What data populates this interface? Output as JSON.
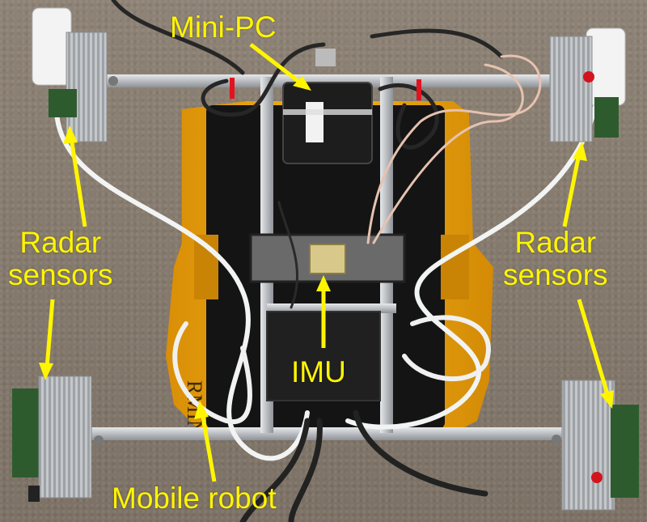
{
  "labels": {
    "mini_pc": "Mini-PC",
    "radar_left_line1": "Radar",
    "radar_left_line2": "sensors",
    "radar_right_line1": "Radar",
    "radar_right_line2": "sensors",
    "imu": "IMU",
    "mobile_robot": "Mobile robot"
  },
  "colors": {
    "label_and_arrows": "#fff500",
    "robot_body": "#e8a40f",
    "robot_top": "#161616",
    "aluminum_frame": "#c9ccd0",
    "carpet": "#857a6d"
  }
}
